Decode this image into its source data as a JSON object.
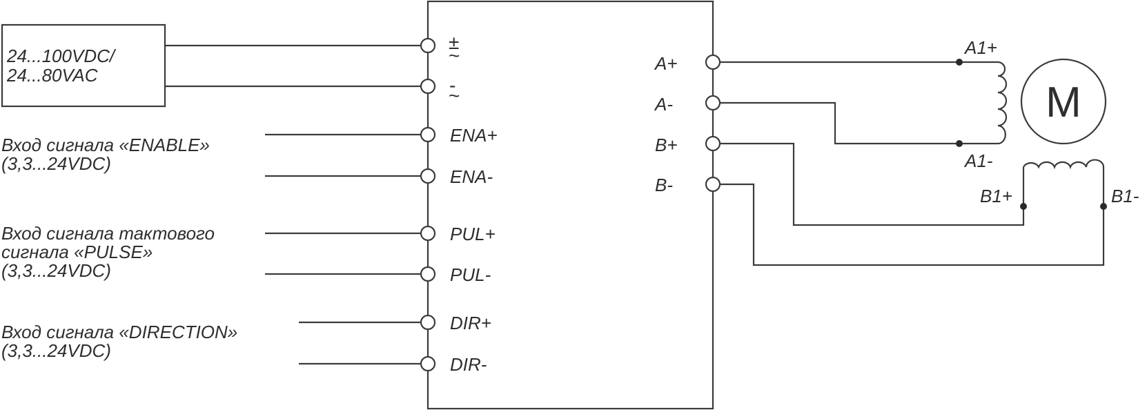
{
  "power_supply": {
    "line1": "24...100VDC/",
    "line2": "24...80VAC"
  },
  "driver_terminals": {
    "plus": "±",
    "plus_tilde": "~",
    "minus": "-",
    "minus_tilde": "~",
    "ena_plus": "ENA+",
    "ena_minus": "ENA-",
    "pul_plus": "PUL+",
    "pul_minus": "PUL-",
    "dir_plus": "DIR+",
    "dir_minus": "DIR-",
    "a_plus": "A+",
    "a_minus": "A-",
    "b_plus": "B+",
    "b_minus": "B-"
  },
  "signals": {
    "enable_line1": "Вход сигнала «ENABLE»",
    "enable_line2": "(3,3...24VDC)",
    "pulse_line1": "Вход сигнала тактового",
    "pulse_line2": "сигнала «PULSE»",
    "pulse_line3": "(3,3...24VDC)",
    "direction_line1": "Вход сигнала «DIRECTION»",
    "direction_line2": "(3,3...24VDC)"
  },
  "motor": {
    "letter": "M",
    "a1_plus": "A1+",
    "a1_minus": "A1-",
    "b1_plus": "B1+",
    "b1_minus": "B1-"
  }
}
